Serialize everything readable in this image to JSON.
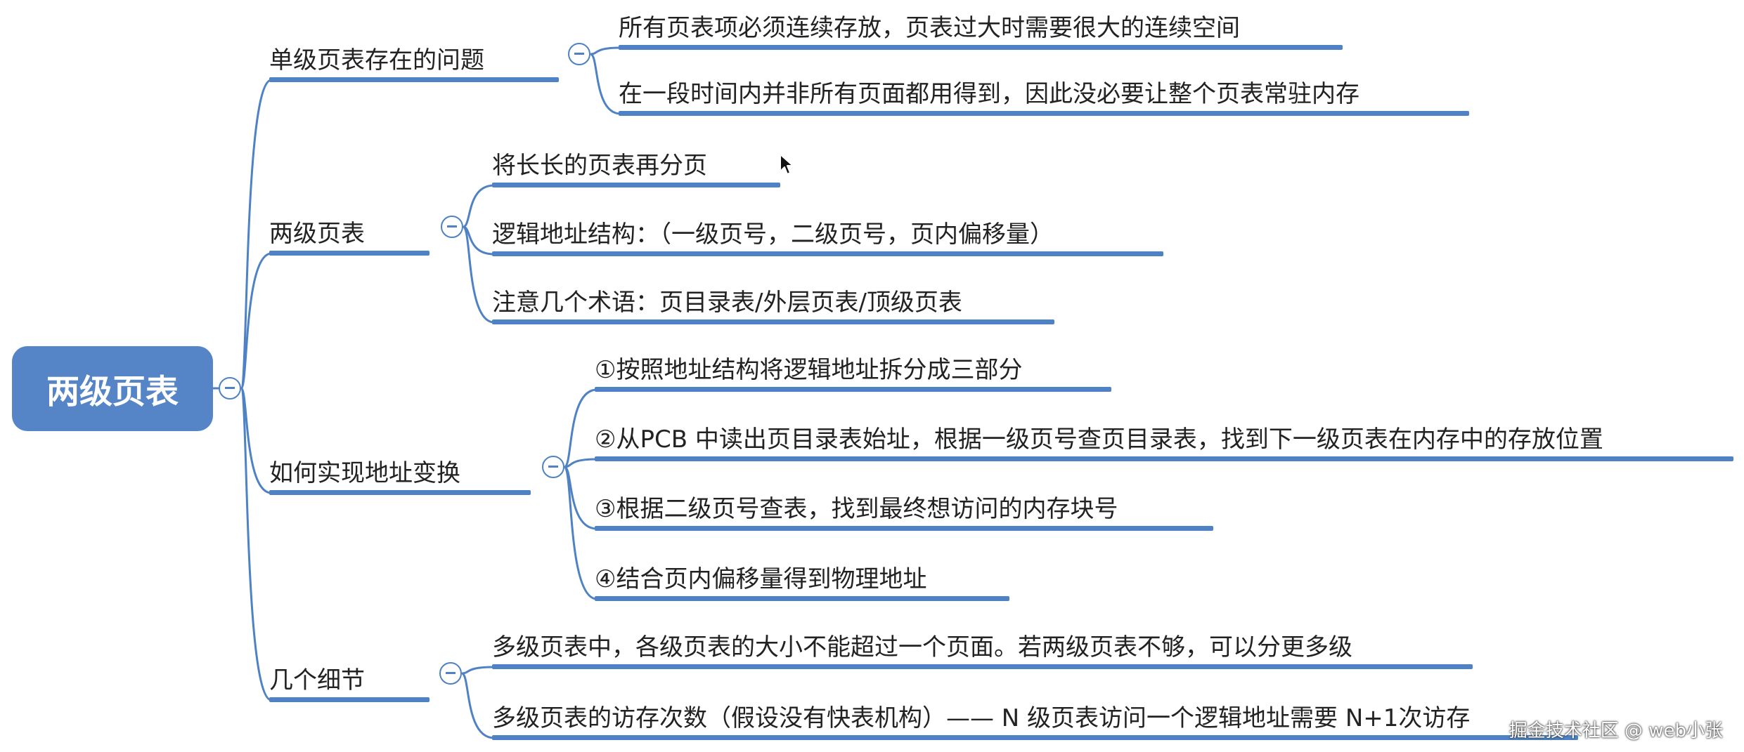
{
  "root": {
    "label": "两级页表"
  },
  "branches": [
    {
      "label": "单级页表存在的问题",
      "children": [
        "所有页表项必须连续存放，页表过大时需要很大的连续空间",
        "在一段时间内并非所有页面都用得到，因此没必要让整个页表常驻内存"
      ]
    },
    {
      "label": "两级页表",
      "children": [
        "将长长的页表再分页",
        "逻辑地址结构：（一级页号，二级页号，页内偏移量）",
        "注意几个术语：页目录表/外层页表/顶级页表"
      ]
    },
    {
      "label": "如何实现地址变换",
      "children": [
        "①按照地址结构将逻辑地址拆分成三部分",
        "②从PCB 中读出页目录表始址，根据一级页号查页目录表，找到下一级页表在内存中的存放位置",
        "③根据二级页号查表，找到最终想访问的内存块号",
        "④结合页内偏移量得到物理地址"
      ]
    },
    {
      "label": "几个细节",
      "children": [
        "多级页表中，各级页表的大小不能超过一个页面。若两级页表不够，可以分更多级",
        "多级页表的访存次数（假设没有快表机构）—— N 级页表访问一个逻辑地址需要 N+1次访存"
      ]
    }
  ],
  "watermark": "掘金技术社区 @ web小张",
  "colors": {
    "accent": "#4e82c4",
    "root_fill": "#5585c7",
    "text": "#222222"
  },
  "icons": {
    "collapse": "minus-circle-icon",
    "cursor": "mouse-cursor-icon"
  }
}
